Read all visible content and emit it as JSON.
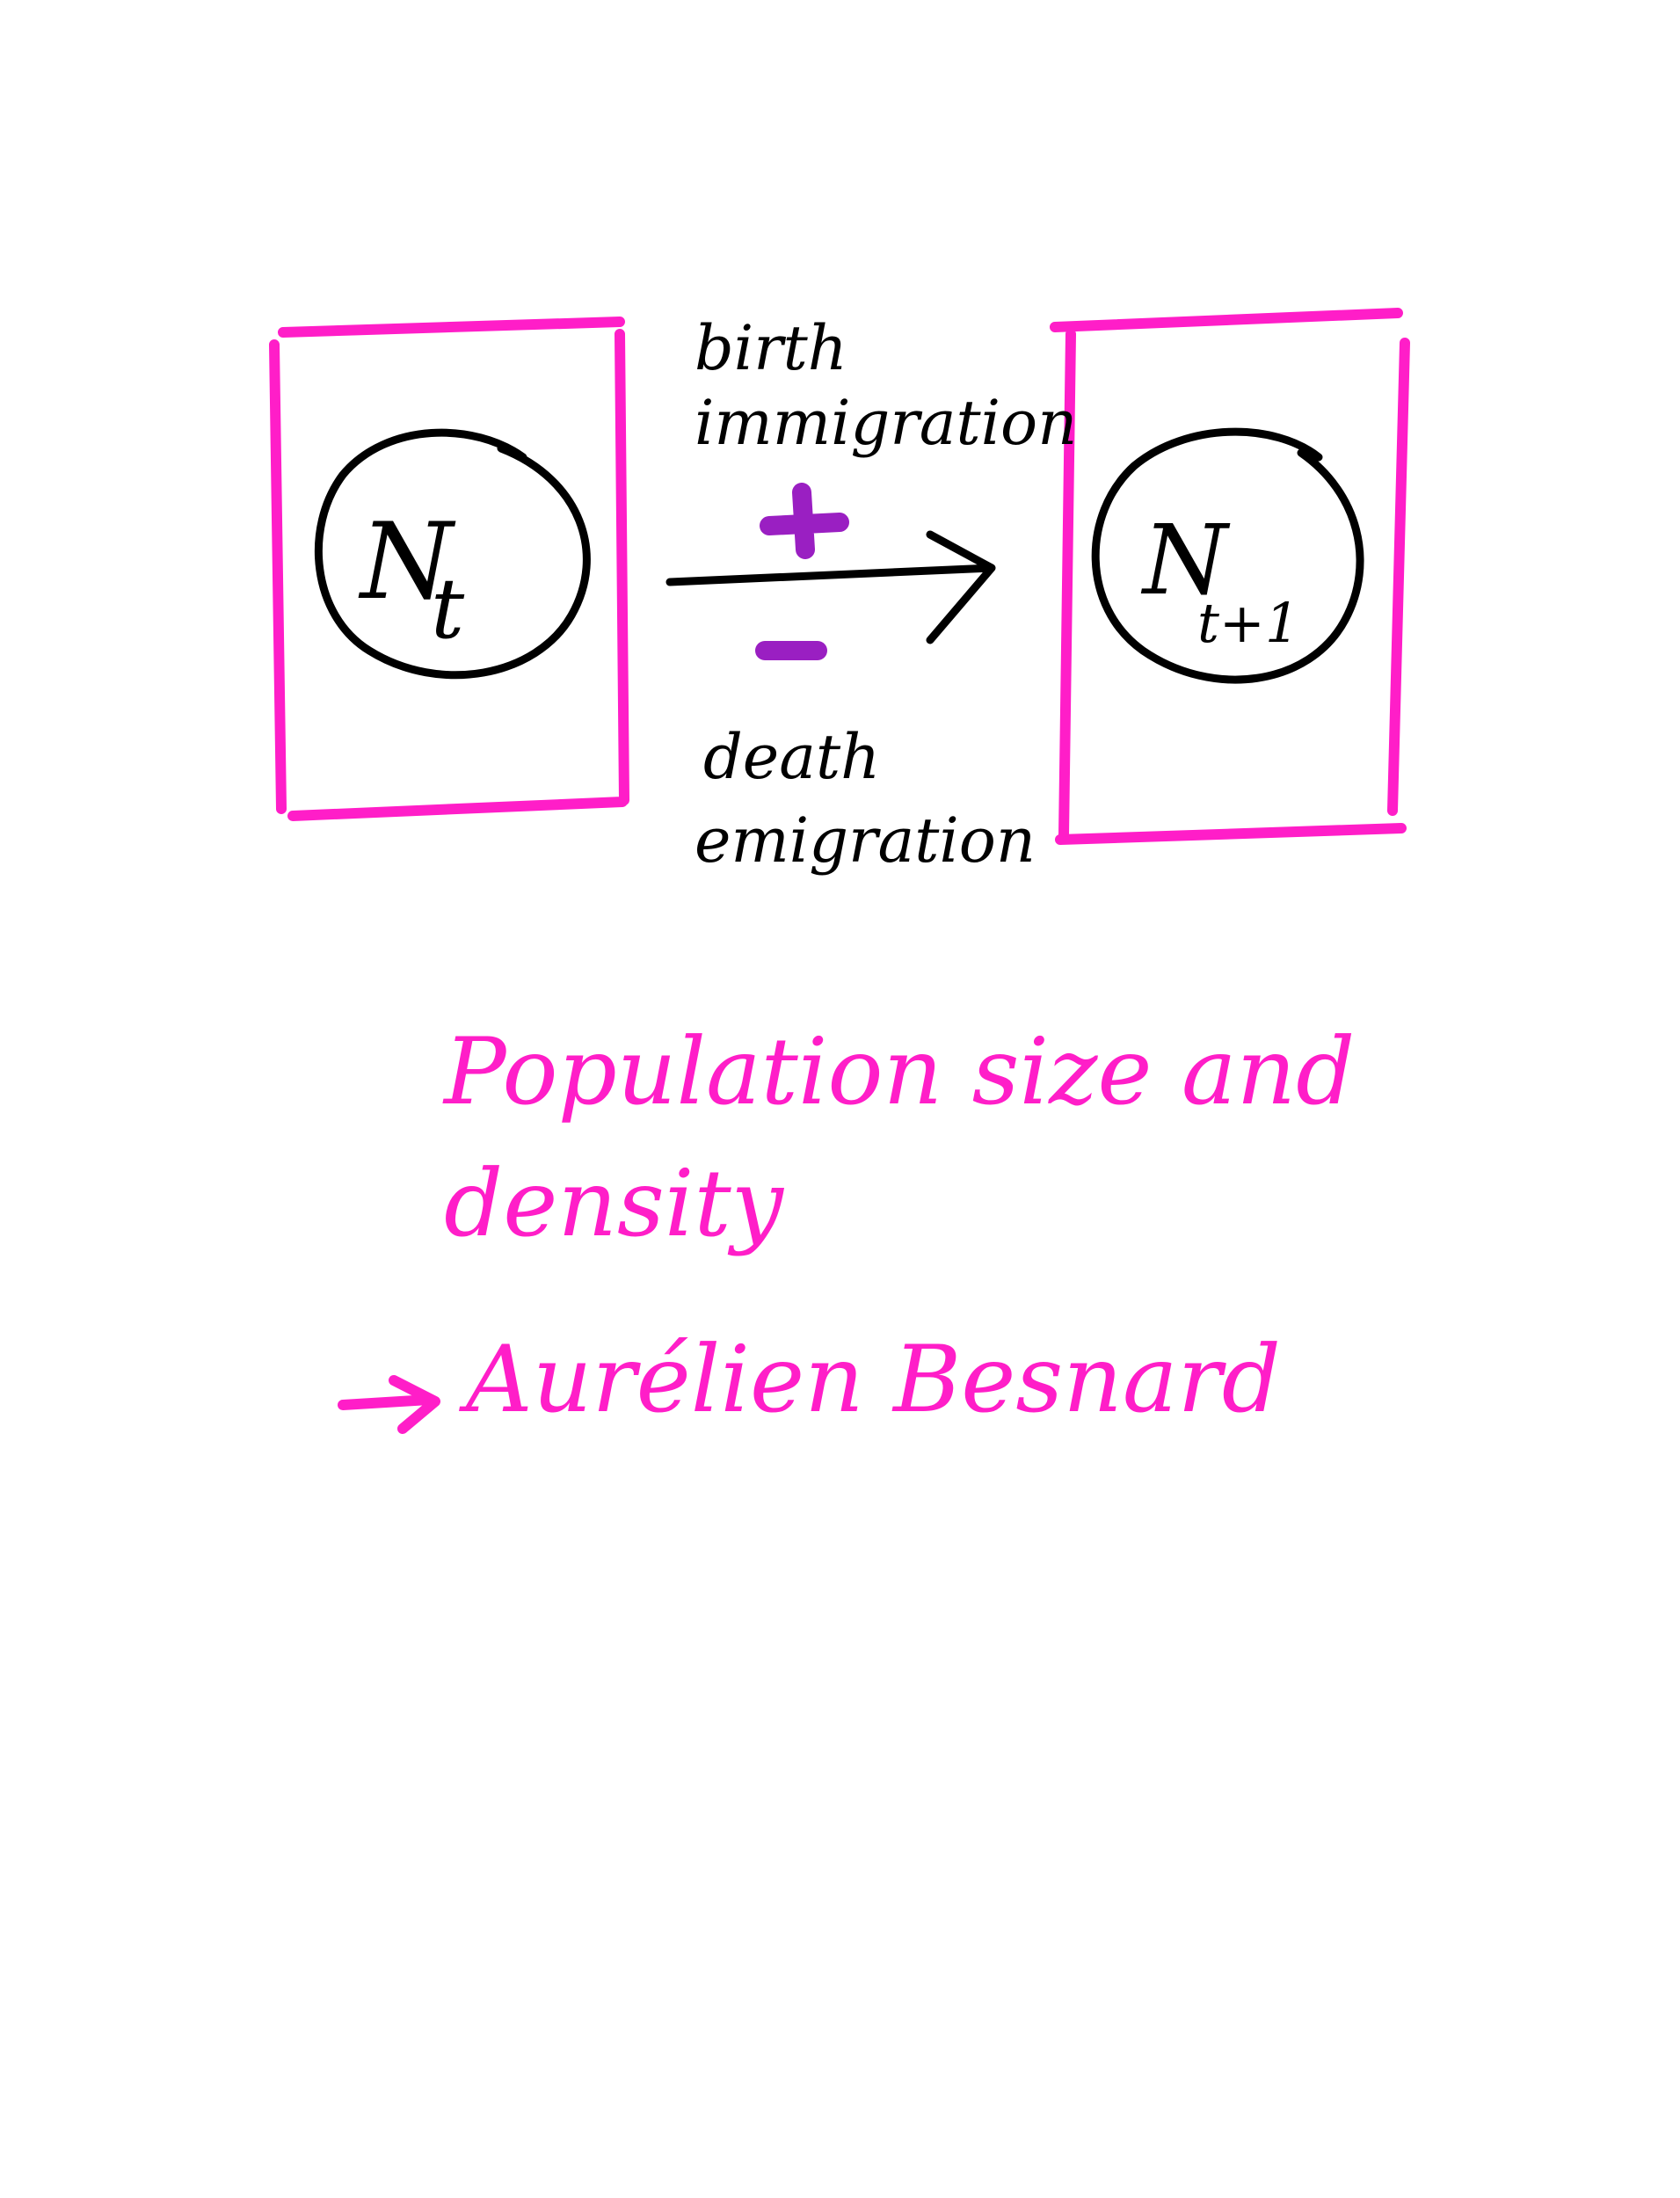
{
  "diagram": {
    "left_node": {
      "symbol": "N",
      "subscript": "t"
    },
    "right_node": {
      "symbol": "N",
      "subscript": "t+1"
    },
    "top_labels": [
      "birth",
      "immigration"
    ],
    "bottom_labels": [
      "death",
      "emigration"
    ],
    "plus_sign": "+",
    "minus_sign": "−"
  },
  "caption": {
    "line1": "Population size and",
    "line2": "density",
    "line3": "Aurélien Besnard"
  },
  "colors": {
    "box": "#ff1ec8",
    "ink": "#000000",
    "sign": "#9a1fc2",
    "caption": "#ff1ec8"
  }
}
